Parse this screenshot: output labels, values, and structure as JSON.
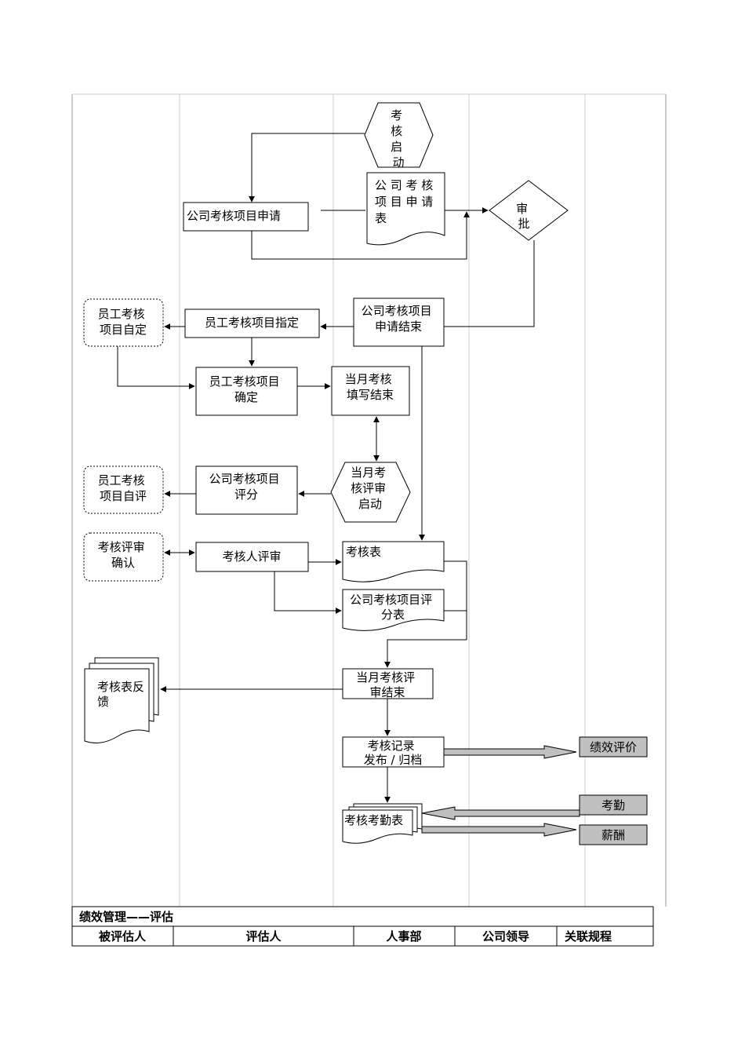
{
  "footer": {
    "title": "绩效管理——评估",
    "lanes": [
      "被评估人",
      "评估人",
      "人事部",
      "公司领导",
      "关联规程"
    ]
  },
  "nodes": {
    "start": [
      "考",
      "核",
      "启",
      "动"
    ],
    "company_apply": [
      "公司考核项目申请"
    ],
    "apply_form": [
      "公 司 考 核",
      "项 目 申 请",
      "表"
    ],
    "approve": [
      "审",
      "批"
    ],
    "apply_end": [
      "公司考核项目",
      "申请结束"
    ],
    "emp_assign": [
      "员工考核项目指定"
    ],
    "emp_self_set": [
      "员工考核",
      "项目自定"
    ],
    "emp_confirm": [
      "员工考核项目",
      "确定"
    ],
    "month_fill_end": [
      "当月考核",
      "填写结束"
    ],
    "review_start": [
      "当月考",
      "核评审",
      "启动"
    ],
    "company_score": [
      "公司考核项目",
      "评分"
    ],
    "emp_self_eval": [
      "员工考核",
      "项目自评"
    ],
    "review_confirm": [
      "考核评审",
      "确认"
    ],
    "reviewer": [
      "考核人评审"
    ],
    "eval_table": [
      "考核表"
    ],
    "score_table": [
      "公司考核项目评",
      "分表"
    ],
    "review_end": [
      "当月考核评",
      "审结束"
    ],
    "feedback": [
      "考核表反",
      "馈"
    ],
    "record": [
      "考核记录",
      "发布 / 归档"
    ],
    "attendance_table": [
      "考核考勤表"
    ],
    "perf_eval": [
      "绩效评价"
    ],
    "attendance": [
      "考勤"
    ],
    "salary": [
      "薪酬"
    ]
  }
}
